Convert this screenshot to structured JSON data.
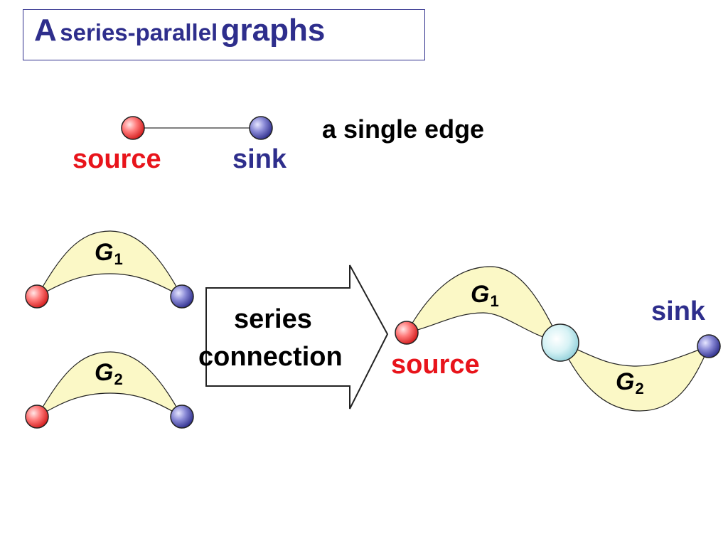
{
  "title": {
    "first": "A",
    "middle": "series-parallel",
    "last": "graphs"
  },
  "single_edge": {
    "caption": "a single edge",
    "source_label": "source",
    "sink_label": "sink"
  },
  "inputs": {
    "g1": {
      "letter": "G",
      "sub": "1"
    },
    "g2": {
      "letter": "G",
      "sub": "2"
    }
  },
  "operation": {
    "line1": "series",
    "line2": "connection"
  },
  "result": {
    "g1": {
      "letter": "G",
      "sub": "1"
    },
    "g2": {
      "letter": "G",
      "sub": "2"
    },
    "source_label": "source",
    "sink_label": "sink"
  },
  "colors": {
    "source_node": "#e8141b",
    "sink_node": "#2e2e8c",
    "junction_node": "#a8e0e8",
    "blob_fill": "#fbf8c6",
    "title_text": "#2e2e8c"
  }
}
